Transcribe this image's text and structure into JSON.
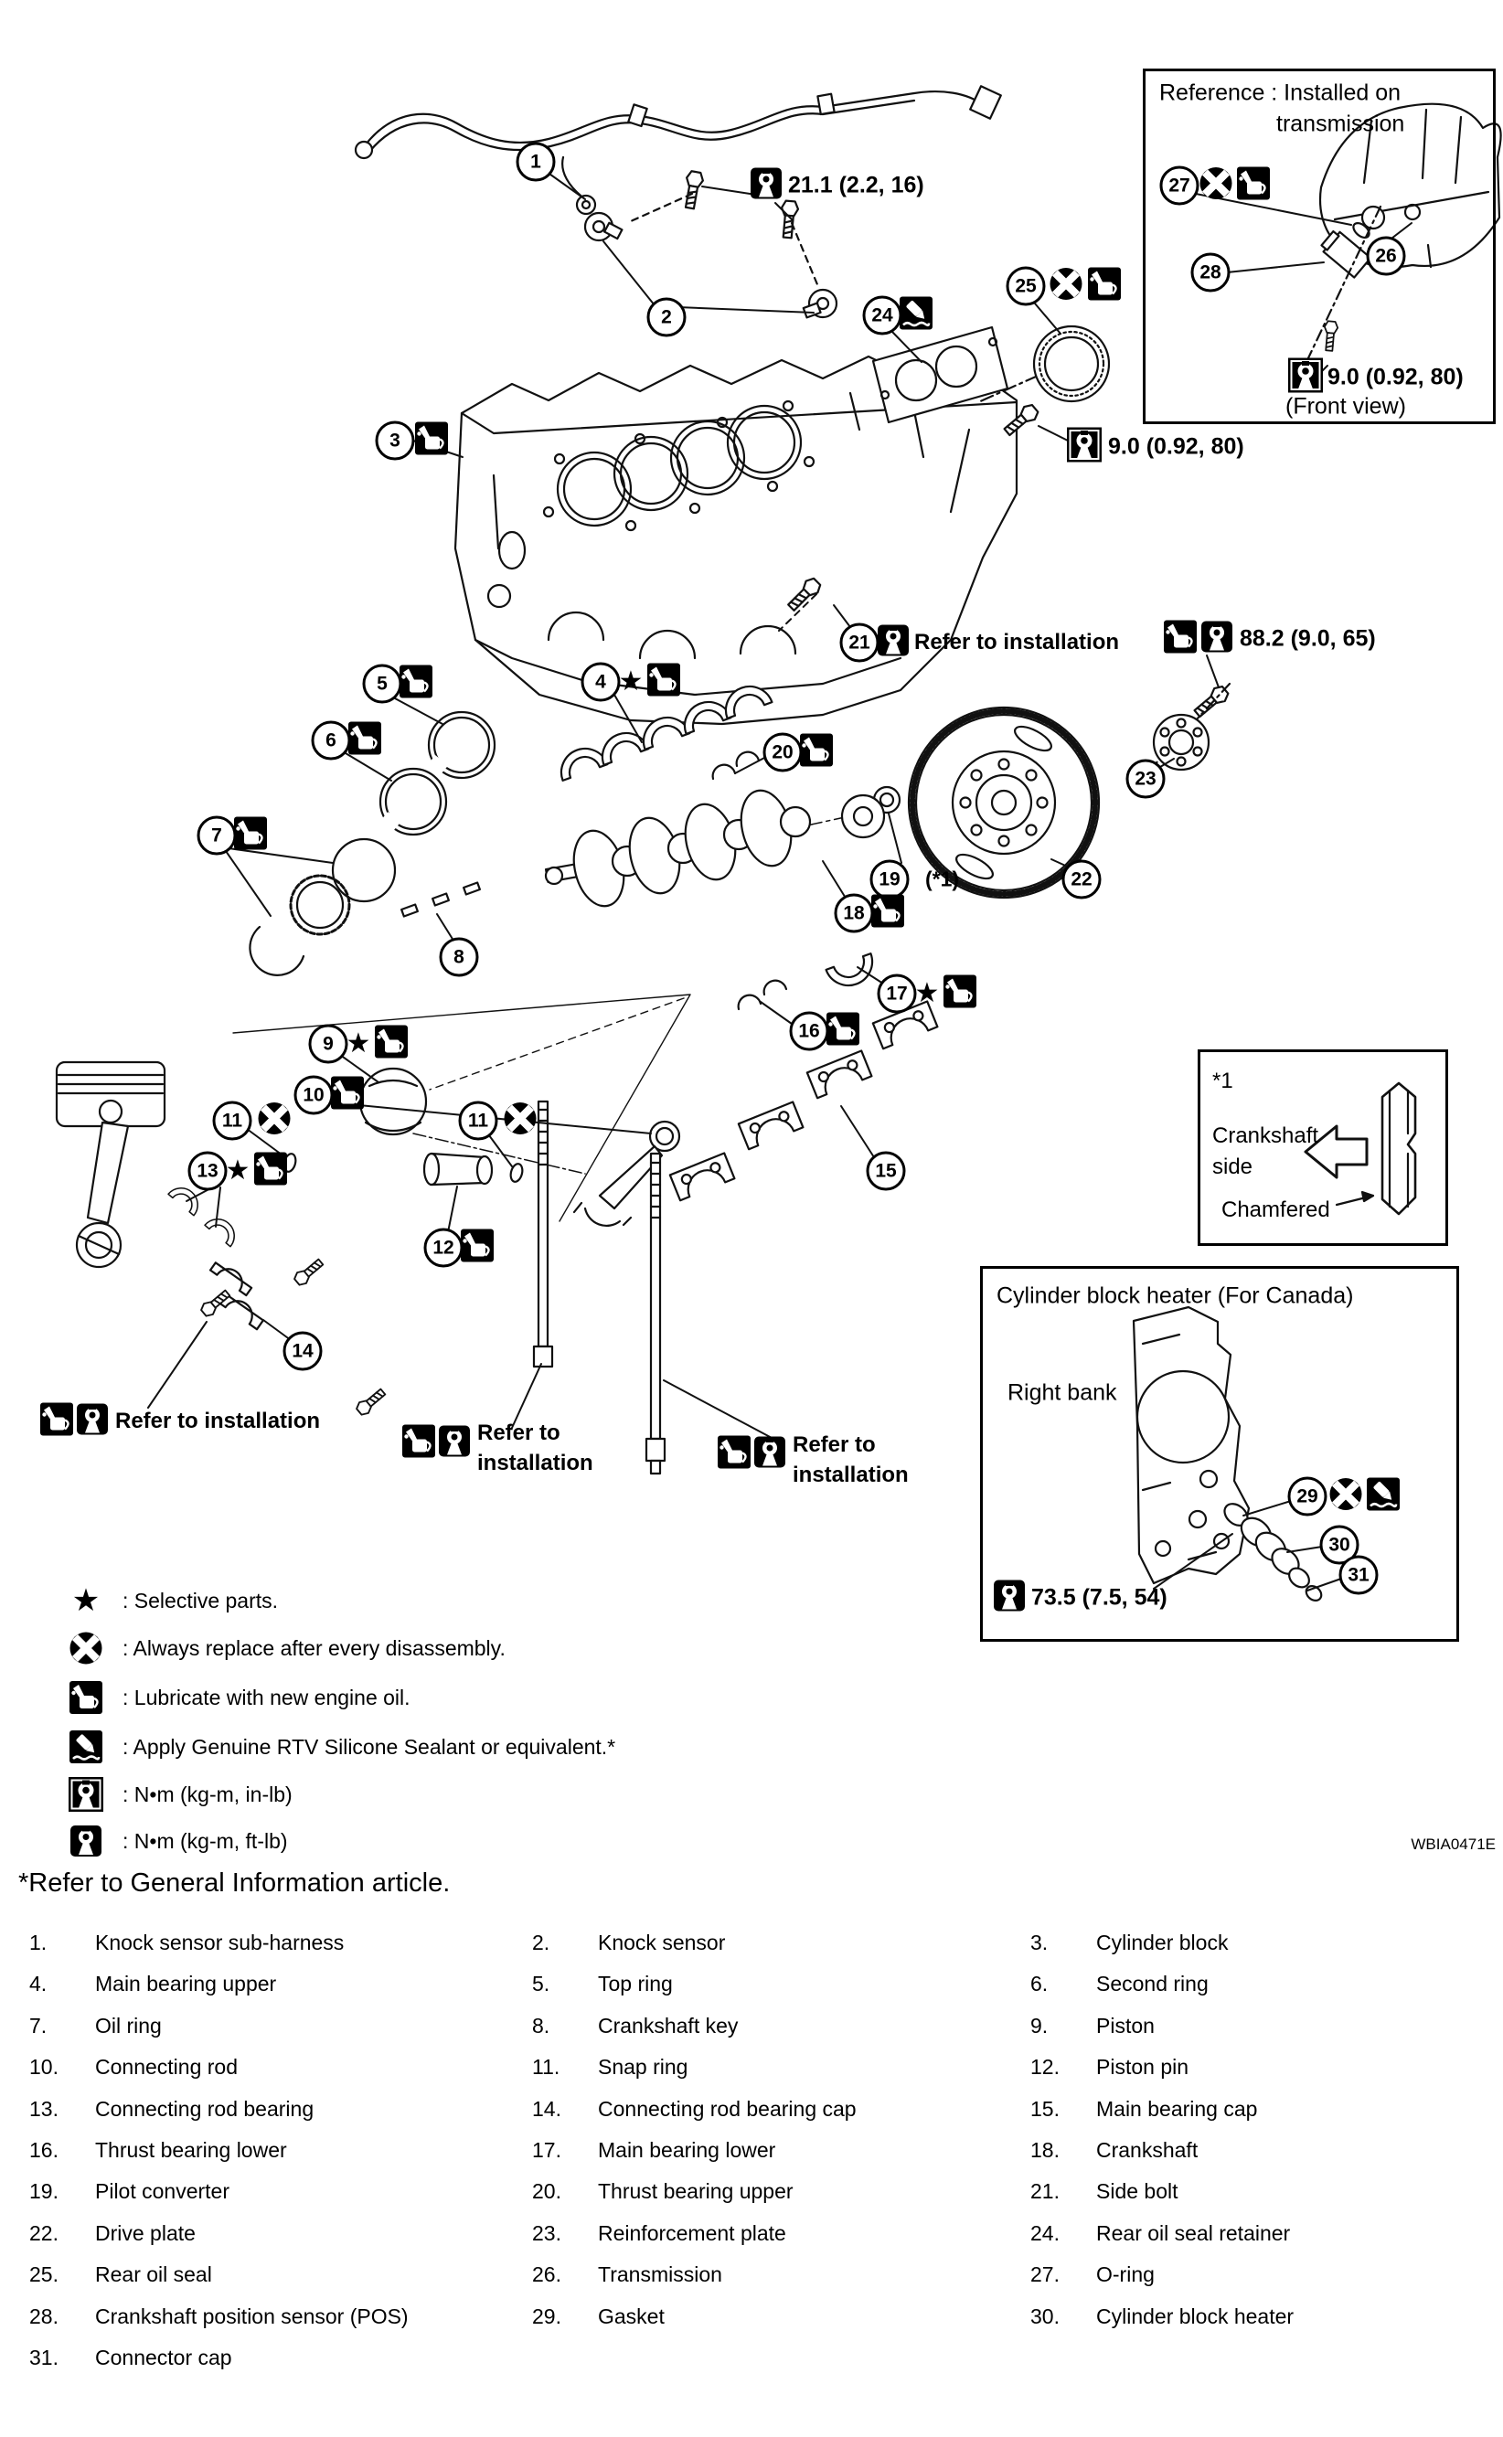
{
  "doc": {
    "code": "WBIA0471E",
    "footnote": "*Refer to General Information article."
  },
  "symbols": {
    "star": "★"
  },
  "reference_box": {
    "title_line1": "Reference : Installed on",
    "title_line2": "transmission",
    "torque": "9.0 (0.92, 80)",
    "caption": "(Front view)"
  },
  "chamfer_box": {
    "note": "*1",
    "label_line1": "Crankshaft",
    "label_line2": "side",
    "chamfered": "Chamfered"
  },
  "heater_box": {
    "title": "Cylinder block heater (For Canada)",
    "bank_label": "Right bank",
    "torque": "73.5 (7.5, 54)"
  },
  "labels": {
    "torque_knock": "21.1 (2.2, 16)",
    "torque_retainer": "9.0 (0.92, 80)",
    "torque_driveplate": "88.2 (9.0, 65)",
    "refer_install": "Refer to installation",
    "refer_to": "Refer to",
    "installation": "installation",
    "pilot_note": "(*1)"
  },
  "legend": {
    "selective": ": Selective parts.",
    "replace": ": Always replace after every disassembly.",
    "lubricate": ": Lubricate with new engine oil.",
    "sealant": ": Apply Genuine RTV Silicone Sealant or equivalent.*",
    "torque_inlb": ": N•m (kg-m, in-lb)",
    "torque_ftlb": ": N•m (kg-m, ft-lb)"
  },
  "callouts": {
    "n1": "1",
    "n2": "2",
    "n3": "3",
    "n4": "4",
    "n5": "5",
    "n6": "6",
    "n7": "7",
    "n8": "8",
    "n9": "9",
    "n10": "10",
    "n11": "11",
    "n12": "12",
    "n13": "13",
    "n14": "14",
    "n15": "15",
    "n16": "16",
    "n17": "17",
    "n18": "18",
    "n19": "19",
    "n20": "20",
    "n21": "21",
    "n22": "22",
    "n23": "23",
    "n24": "24",
    "n25": "25",
    "n26": "26",
    "n27": "27",
    "n28": "28",
    "n29": "29",
    "n30": "30",
    "n31": "31"
  },
  "parts": [
    {
      "num": "1.",
      "name": "Knock sensor sub-harness"
    },
    {
      "num": "2.",
      "name": "Knock sensor"
    },
    {
      "num": "3.",
      "name": "Cylinder block"
    },
    {
      "num": "4.",
      "name": "Main bearing upper"
    },
    {
      "num": "5.",
      "name": "Top ring"
    },
    {
      "num": "6.",
      "name": "Second ring"
    },
    {
      "num": "7.",
      "name": "Oil ring"
    },
    {
      "num": "8.",
      "name": "Crankshaft key"
    },
    {
      "num": "9.",
      "name": "Piston"
    },
    {
      "num": "10.",
      "name": "Connecting rod"
    },
    {
      "num": "11.",
      "name": "Snap ring"
    },
    {
      "num": "12.",
      "name": "Piston pin"
    },
    {
      "num": "13.",
      "name": "Connecting rod bearing"
    },
    {
      "num": "14.",
      "name": "Connecting rod bearing cap"
    },
    {
      "num": "15.",
      "name": "Main bearing cap"
    },
    {
      "num": "16.",
      "name": "Thrust bearing lower"
    },
    {
      "num": "17.",
      "name": "Main bearing lower"
    },
    {
      "num": "18.",
      "name": "Crankshaft"
    },
    {
      "num": "19.",
      "name": "Pilot converter"
    },
    {
      "num": "20.",
      "name": "Thrust bearing upper"
    },
    {
      "num": "21.",
      "name": "Side bolt"
    },
    {
      "num": "22.",
      "name": "Drive plate"
    },
    {
      "num": "23.",
      "name": "Reinforcement plate"
    },
    {
      "num": "24.",
      "name": "Rear oil seal retainer"
    },
    {
      "num": "25.",
      "name": "Rear oil seal"
    },
    {
      "num": "26.",
      "name": "Transmission"
    },
    {
      "num": "27.",
      "name": "O-ring"
    },
    {
      "num": "28.",
      "name": "Crankshaft position sensor (POS)"
    },
    {
      "num": "29.",
      "name": "Gasket"
    },
    {
      "num": "30.",
      "name": "Cylinder block heater"
    },
    {
      "num": "31.",
      "name": "Connector cap"
    }
  ]
}
